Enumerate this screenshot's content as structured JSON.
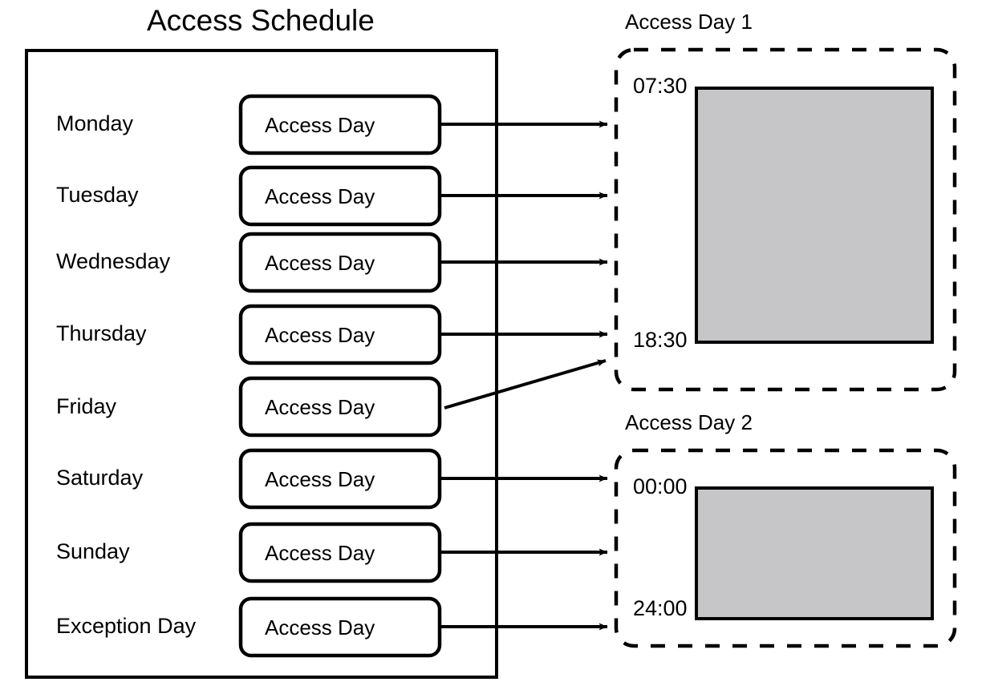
{
  "diagram": {
    "title": "Access Schedule",
    "schedule_rows": [
      {
        "day": "Monday",
        "node": "Access Day"
      },
      {
        "day": "Tuesday",
        "node": "Access Day"
      },
      {
        "day": "Wednesday",
        "node": "Access Day"
      },
      {
        "day": "Thursday",
        "node": "Access Day"
      },
      {
        "day": "Friday",
        "node": "Access Day"
      },
      {
        "day": "Saturday",
        "node": "Access Day"
      },
      {
        "day": "Sunday",
        "node": "Access Day"
      },
      {
        "day": "Exception Day",
        "node": "Access Day"
      }
    ],
    "panels": [
      {
        "title": "Access Day 1",
        "start_time": "07:30",
        "end_time": "18:30"
      },
      {
        "title": "Access Day 2",
        "start_time": "00:00",
        "end_time": "24:00"
      }
    ],
    "colors": {
      "stroke": "#000000",
      "background": "#ffffff",
      "interval_fill": "#c6c6c8"
    }
  }
}
